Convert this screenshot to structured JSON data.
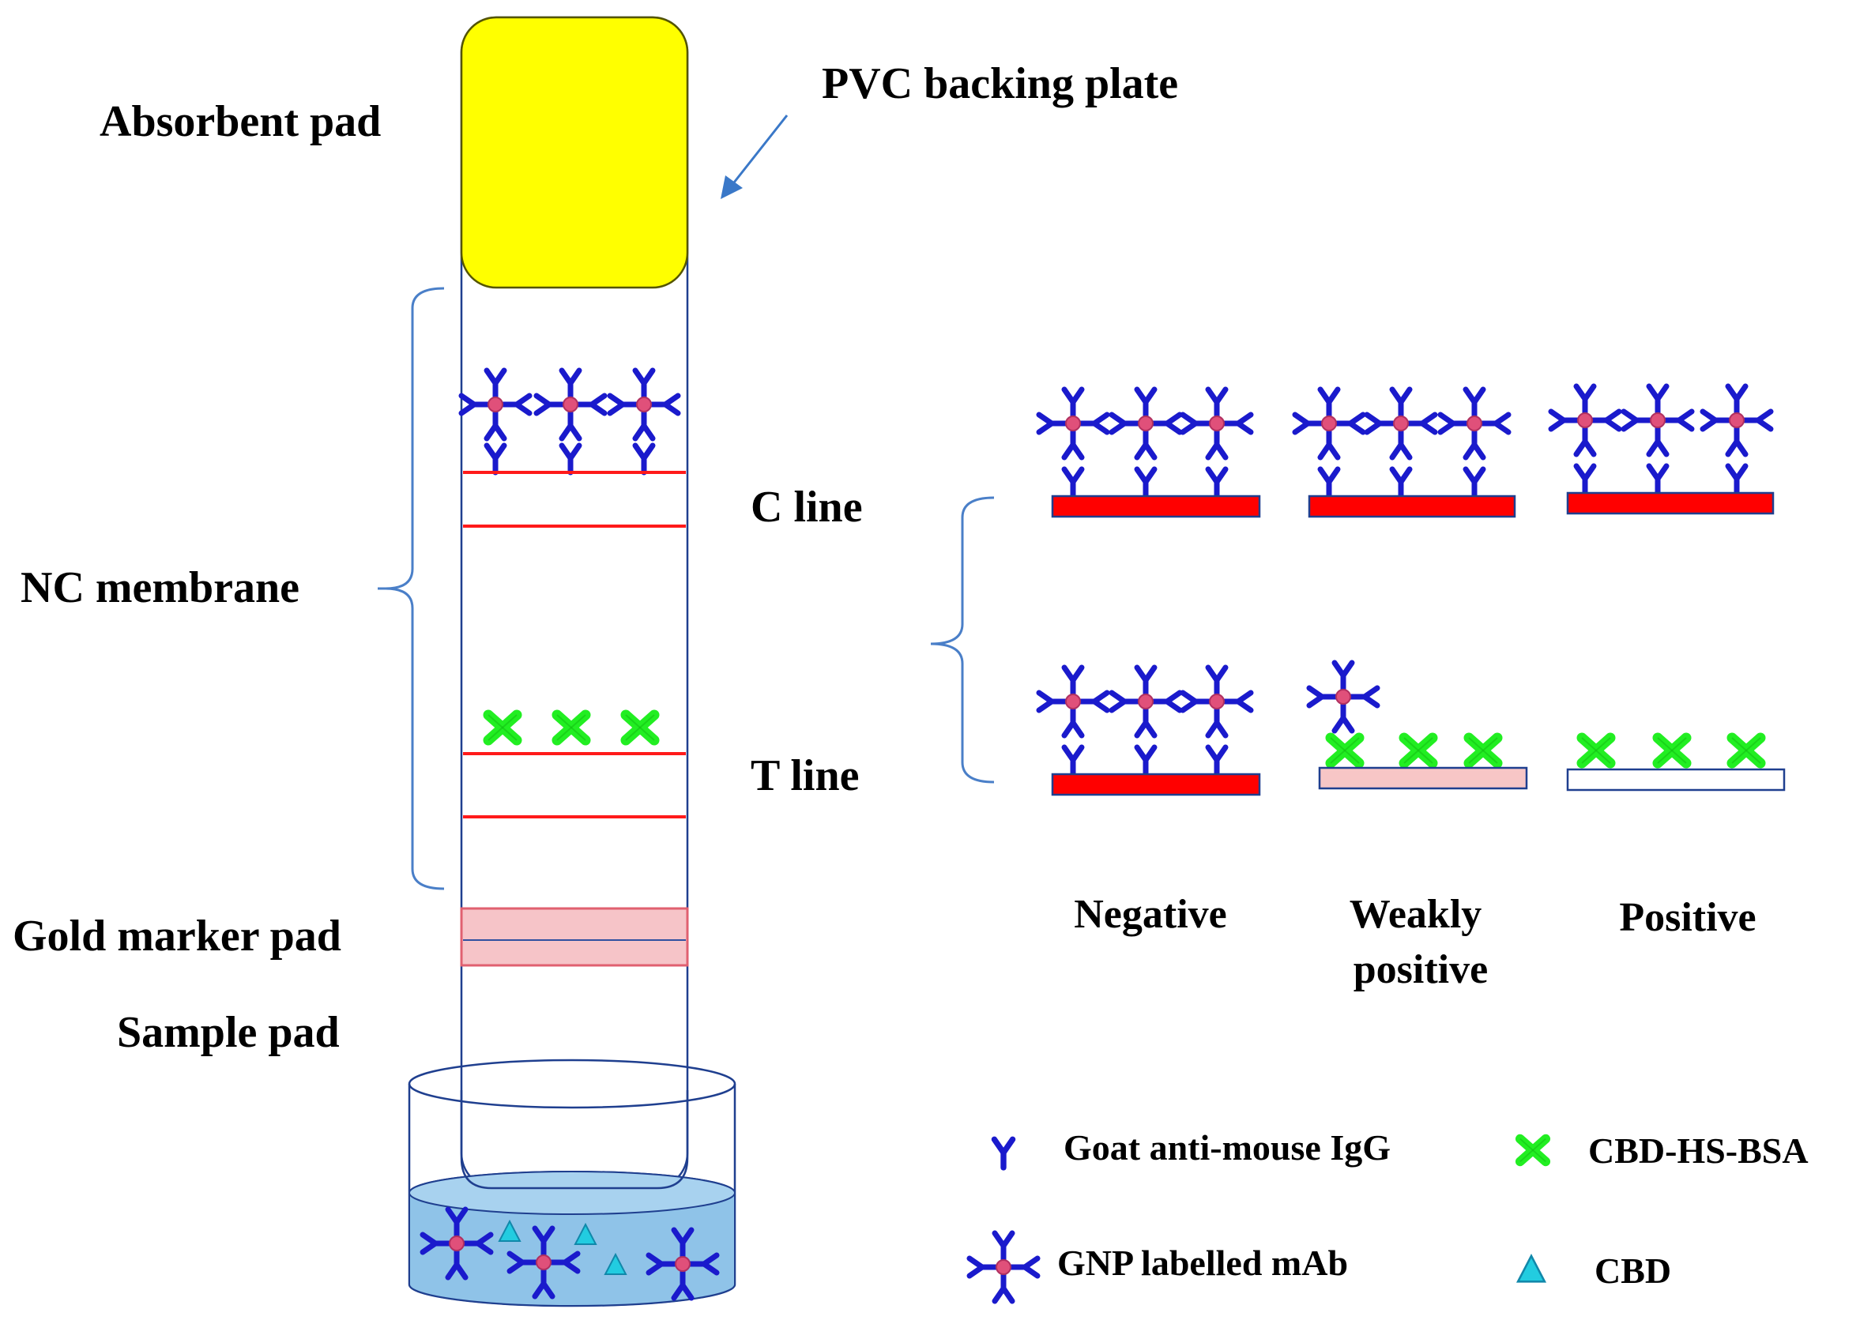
{
  "strip": {
    "absorbent_pad": "Absorbent pad",
    "pvc_backing_plate": "PVC  backing plate",
    "nc_membrane": "NC membrane",
    "gold_marker_pad": "Gold marker pad",
    "sample_pad": "Sample pad"
  },
  "lines": {
    "c_line": "C  line",
    "t_line": "T  line"
  },
  "results": [
    {
      "label_lines": [
        "Negative"
      ],
      "t_line_fill": "#ff0000"
    },
    {
      "label_lines": [
        "Weakly",
        "positive"
      ],
      "t_line_fill": "#f7c6c6"
    },
    {
      "label_lines": [
        "Positive"
      ],
      "t_line_fill": "#ffffff"
    }
  ],
  "legend": {
    "goat_igg": "Goat anti-mouse  IgG",
    "cbd_hs_bsa": "CBD-HS-BSA",
    "gnp_mab": "GNP labelled mAb",
    "cbd": "CBD"
  },
  "colors": {
    "absorbent_pad": "#ffff00",
    "antibody": "#1a1acc",
    "gold_nanoparticle": "#e0507a",
    "control_band": "#ff0000",
    "cbd_hs_bsa": "#22ee22",
    "cbd": "#22cce0",
    "strip_outline": "#1f3f8f",
    "sample_liquid": "#8fc3e8",
    "gold_pad": "#f6c4c8",
    "bracket": "#4a7fc8"
  }
}
